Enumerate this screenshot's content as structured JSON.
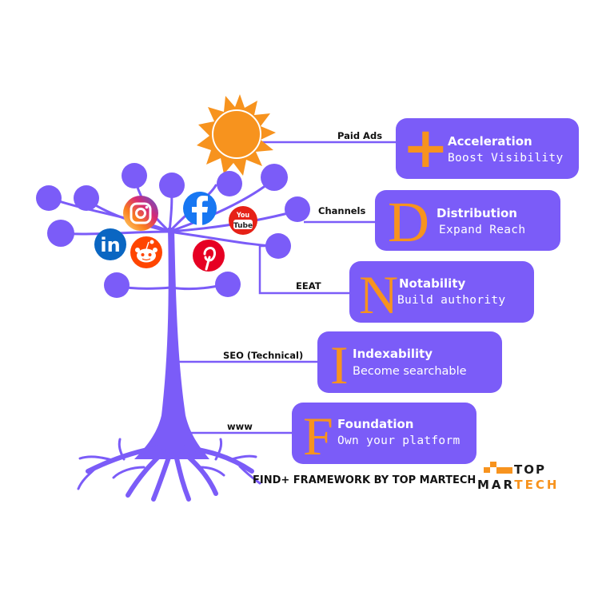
{
  "title": "FIND+ FRAMEWORK BY TOP MARTECH",
  "colors": {
    "primary": "#7b5cf8",
    "accent": "#f7931e",
    "text_dark": "#111111",
    "card_text": "#ffffff"
  },
  "connectors": [
    {
      "label": "Paid Ads"
    },
    {
      "label": "Channels"
    },
    {
      "label": "EEAT"
    },
    {
      "label": "SEO (Technical)"
    },
    {
      "label": "www"
    }
  ],
  "cards": [
    {
      "letter": "+",
      "title": "Acceleration",
      "subtitle": "Boost Visibility"
    },
    {
      "letter": "D",
      "title": "Distribution",
      "subtitle": "Expand Reach"
    },
    {
      "letter": "N",
      "title": "Notability",
      "subtitle": "Build authority"
    },
    {
      "letter": "I",
      "title": "Indexability",
      "subtitle": "Become searchable"
    },
    {
      "letter": "F",
      "title": "Foundation",
      "subtitle": "Own your platform"
    }
  ],
  "tree": {
    "sun_icon": "sun-icon",
    "social_icons": [
      {
        "name": "instagram-icon",
        "color": "#d62976"
      },
      {
        "name": "facebook-icon",
        "color": "#1877f2"
      },
      {
        "name": "youtube-icon",
        "color": "#e62117",
        "text_top": "You",
        "text_bottom": "Tube"
      },
      {
        "name": "linkedin-icon",
        "color": "#0a66c2",
        "text": "in"
      },
      {
        "name": "reddit-icon",
        "color": "#ff4500"
      },
      {
        "name": "pinterest-icon",
        "color": "#e60023"
      }
    ]
  },
  "logo": {
    "line1": "TOP",
    "line2a": "MAR",
    "line2b": "TECH"
  }
}
